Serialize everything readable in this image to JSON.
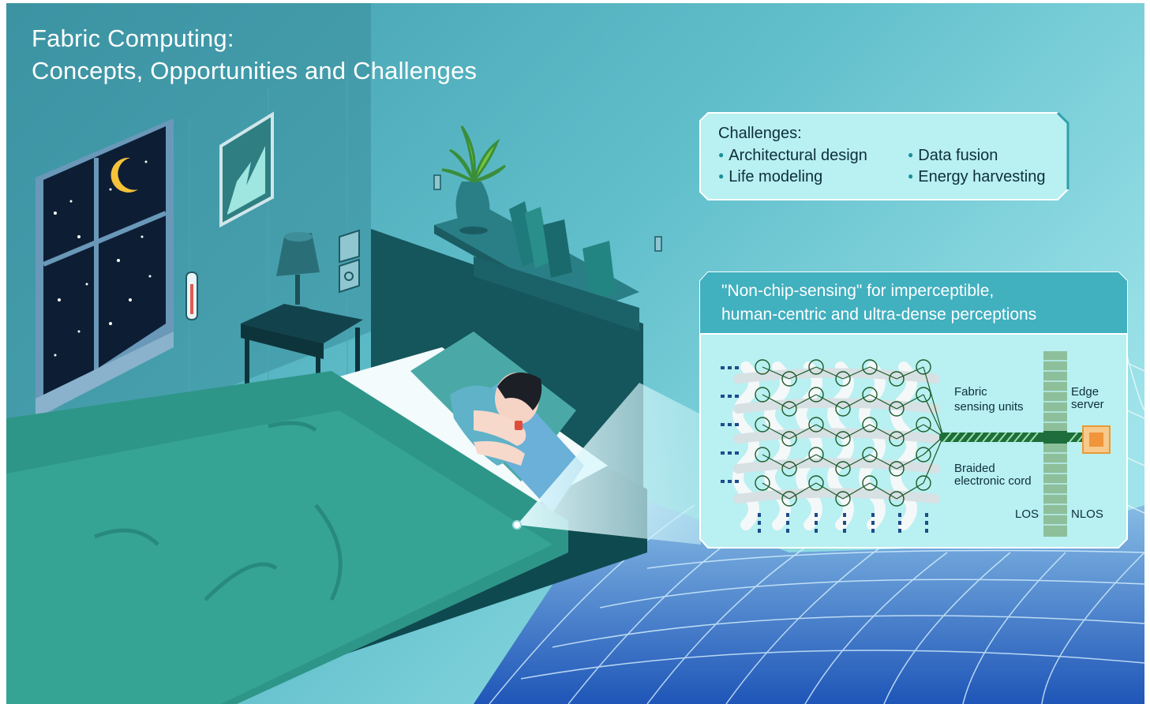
{
  "title": {
    "line1": "Fabric Computing:",
    "line2": "Concepts, Opportunities and Challenges"
  },
  "challenges": {
    "heading": "Challenges:",
    "items": [
      "Architectural design",
      "Data fusion",
      "Life modeling",
      "Energy harvesting"
    ]
  },
  "perception": {
    "heading_line1": "\"Non-chip-sensing\" for imperceptible,",
    "heading_line2": "human-centric and ultra-dense perceptions"
  },
  "diagram": {
    "fabric_units_line1": "Fabric",
    "fabric_units_line2": "sensing units",
    "cord_line1": "Braided",
    "cord_line2": "electronic cord",
    "edge_line1": "Edge",
    "edge_line2": "server",
    "los": "LOS",
    "nlos": "NLOS"
  },
  "colors": {
    "background": "#5fb9c6",
    "panel": "#b8f1f2",
    "panel_header": "#3fb0bf",
    "bed_blanket": "#2a9a8c",
    "grid_floor": "#2a5fc0",
    "edge_server": "#f0a040"
  },
  "icons": [
    "moon-icon",
    "thermometer-icon",
    "lamp-icon",
    "light-switch-icon",
    "plant-icon",
    "smartwatch-icon"
  ]
}
